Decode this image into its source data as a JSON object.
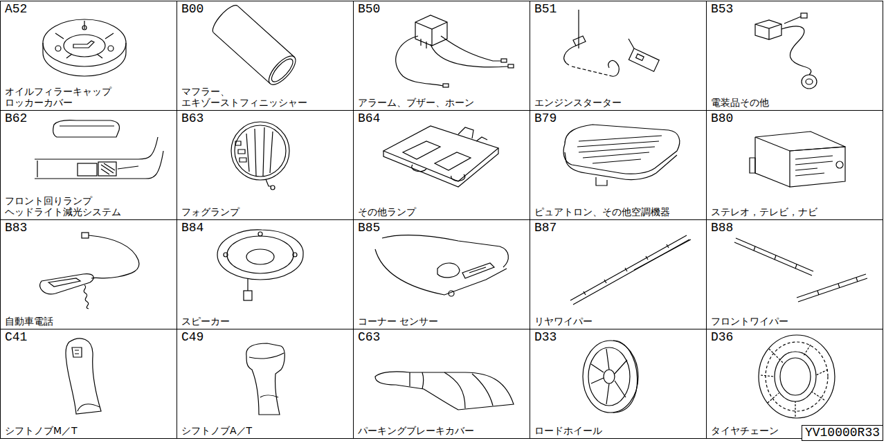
{
  "diagram": {
    "nodes": [
      {
        "text": [
          "A52",
          "オイルフィラーキャップ ロッカーカバー"
        ]
      },
      {
        "text": [
          "B00",
          "マフラー、 エキゾーストフィニッシャー"
        ]
      },
      {
        "text": [
          "B50",
          "アラーム、ブザー、ホーン"
        ]
      },
      {
        "text": [
          "B51",
          "エンジンスターター"
        ]
      },
      {
        "text": [
          "B53",
          "電装品その他"
        ]
      },
      {
        "text": [
          "B62",
          "フロント回りランプ ヘッドライト減光システム"
        ]
      },
      {
        "text": [
          "B63",
          "フォグランプ"
        ]
      },
      {
        "text": [
          "B64",
          "その他ランプ"
        ]
      },
      {
        "text": [
          "B79",
          "ピュアトロン、その他空調機器"
        ]
      },
      {
        "text": [
          "B80",
          "ステレオ，テレビ，ナビ"
        ]
      },
      {
        "text": [
          "B83",
          "自動車電話"
        ]
      },
      {
        "text": [
          "B84",
          "スピーカー"
        ]
      },
      {
        "text": [
          "B85",
          "コーナー センサー"
        ]
      },
      {
        "text": [
          "B87",
          "リヤワイパー"
        ]
      },
      {
        "text": [
          "B88",
          "フロントワイパー"
        ]
      },
      {
        "text": [
          "C41",
          "シフトノブM／T"
        ]
      },
      {
        "text": [
          "C49",
          "シフトノブA／T"
        ]
      },
      {
        "text": [
          "C63",
          "パーキングブレーキカバー"
        ]
      },
      {
        "text": [
          "D33",
          "ロードホイール"
        ]
      },
      {
        "text": [
          "D36",
          "タイヤチェーン"
        ]
      }
    ],
    "labels": [
      "YV10000R33"
    ]
  }
}
